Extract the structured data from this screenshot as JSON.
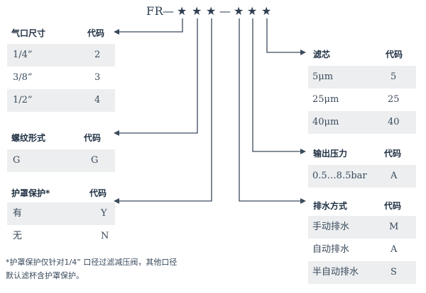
{
  "code": {
    "prefix": "FR",
    "dash": "—",
    "star": "★"
  },
  "port_size": {
    "title": "气口尺寸",
    "code_header": "代码",
    "rows": [
      {
        "label": "1/4”",
        "code": "2"
      },
      {
        "label": "3/8”",
        "code": "3"
      },
      {
        "label": "1/2”",
        "code": "4"
      }
    ]
  },
  "thread": {
    "title": "螺纹形式",
    "code_header": "代码",
    "rows": [
      {
        "label": "G",
        "code": "G"
      }
    ]
  },
  "guard": {
    "title": "护罩保护*",
    "code_header": "代码",
    "rows": [
      {
        "label": "有",
        "code": "Y"
      },
      {
        "label": "无",
        "code": "N"
      }
    ]
  },
  "filter": {
    "title": "滤芯",
    "code_header": "代码",
    "rows": [
      {
        "label": "5μm",
        "code": "5"
      },
      {
        "label": "25μm",
        "code": "25"
      },
      {
        "label": "40μm",
        "code": "40"
      }
    ]
  },
  "pressure": {
    "title": "输出压力",
    "code_header": "代码",
    "rows": [
      {
        "label": "0.5…8.5bar",
        "code": "A"
      }
    ]
  },
  "drain": {
    "title": "排水方式",
    "code_header": "代码",
    "rows": [
      {
        "label": "手动排水",
        "code": "M"
      },
      {
        "label": "自动排水",
        "code": "A"
      },
      {
        "label": "半自动排水",
        "code": "S"
      }
    ]
  },
  "footnote": {
    "line1": "*护罩保护仅针对1/4” 口径过滤减压阀，其他口径",
    "line2": "默认滤杯含护罩保护。"
  },
  "colors": {
    "line": "#3a4a5c",
    "shade": "#eceeef"
  }
}
